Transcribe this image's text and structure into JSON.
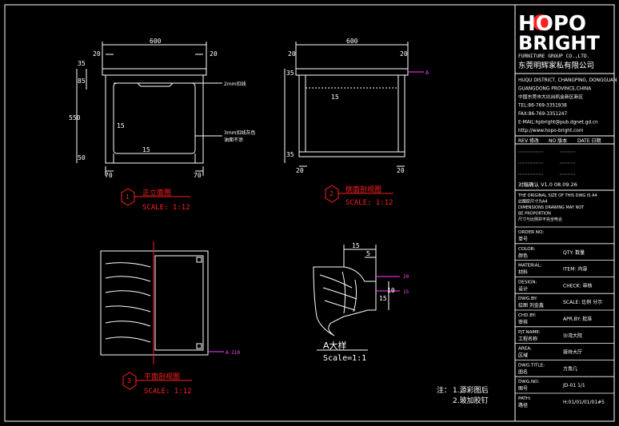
{
  "logo": {
    "brand_line1": "HOPO",
    "brand_line2": "BRIGHT",
    "company_en": "FURNITURE GROUP CO.,LTD.",
    "company_cn": "东莞明辉家私有限公司"
  },
  "company_info": [
    "HUQU DISTRICT, CHANGPING, DONGGUAN",
    "GUANGDONG PROVINCE,CHINA",
    "中国东莞市大坑出机金新区新区",
    "TEL:86-769-3351938",
    "FAX:86-769-3351247",
    "E-MAIL:hpbright@pub.dgnet.gd.cn",
    "http://www.hopo-bright.com"
  ],
  "revision": {
    "headers": [
      "REV 修改",
      "NO 版本",
      "DATE 日期"
    ],
    "current": "对稿确认    V1.0    08.09.26"
  },
  "notes_block": [
    "THE ORIGINAL SIZE OF THIS DWG IS A4",
    "此图原尺寸为A4",
    "DIMENSIONS DRAWING MAY NOT",
    "BE PROPORTION",
    "尺寸与比例并不完全吻合"
  ],
  "title_fields": [
    {
      "label_en": "ORDER NO:",
      "label_cn": "单号",
      "value": ""
    },
    {
      "label_en": "COLOR:",
      "label_cn": "颜色",
      "value": "QTY: 数量"
    },
    {
      "label_en": "MATERIAL:",
      "label_cn": "材料",
      "value": "ITEM: 内容"
    },
    {
      "label_en": "DESIGN:",
      "label_cn": "设计",
      "value": "CHECK: 审核"
    },
    {
      "label_en": "DWG.BY:",
      "label_cn": "绘图 刘金鑫",
      "value": "SCALE: 比例 分示"
    },
    {
      "label_en": "CHD.BY:",
      "label_cn": "审核",
      "value": "APR.BY: 批准"
    },
    {
      "label_en": "PJT.NAME:",
      "label_cn": "工程名称",
      "value": "沙湾大院"
    },
    {
      "label_en": "AREA:",
      "label_cn": "区域",
      "value": "接待大厅"
    },
    {
      "label_en": "DWG.TITLE:",
      "label_cn": "图名",
      "value": "方角几"
    },
    {
      "label_en": "DWG.NO:",
      "label_cn": "图号",
      "value": "JD-01   1/1"
    },
    {
      "label_en": "PATH:",
      "label_cn": "路径",
      "value": "H:01/01/01/01#5"
    }
  ],
  "views": {
    "front": {
      "number": "1",
      "title": "正立面图",
      "scale": "SCALE: 1:12"
    },
    "side": {
      "number": "2",
      "title": "侧面剖视图",
      "scale": "SCALE: 1:12"
    },
    "plan": {
      "number": "3",
      "title": "平面剖视图",
      "scale": "SCALE: 1:12"
    },
    "detail": {
      "title": "A大样",
      "scale": "Scale=1:1"
    }
  },
  "dimensions": {
    "front": {
      "width": "600",
      "left_inset": "20",
      "right_inset": "20",
      "top_band": "35",
      "apron": "85",
      "height": "550",
      "base": "50",
      "leg_left": "70",
      "leg_right": "70",
      "inner_a": "15",
      "inner_b": "15"
    },
    "side": {
      "width": "600",
      "left_inset": "20",
      "right_inset": "20",
      "top": "35",
      "inner": "15",
      "bottom": "35",
      "foot_left": "20",
      "foot_right": "20"
    },
    "detail": {
      "top": "15",
      "mid": "5",
      "side": "15",
      "pt": "10"
    }
  },
  "callouts": {
    "front_a": "2mm扣线",
    "front_b": "3mm扣线灰色",
    "front_b2": "油面不涂",
    "side_ref": "A",
    "plan_ref": "A-210",
    "detail_a": "20",
    "detail_b": "15"
  },
  "remarks": {
    "label": "注：",
    "line1": "1.源彩图后",
    "line2": "2.玻加胶钉"
  }
}
